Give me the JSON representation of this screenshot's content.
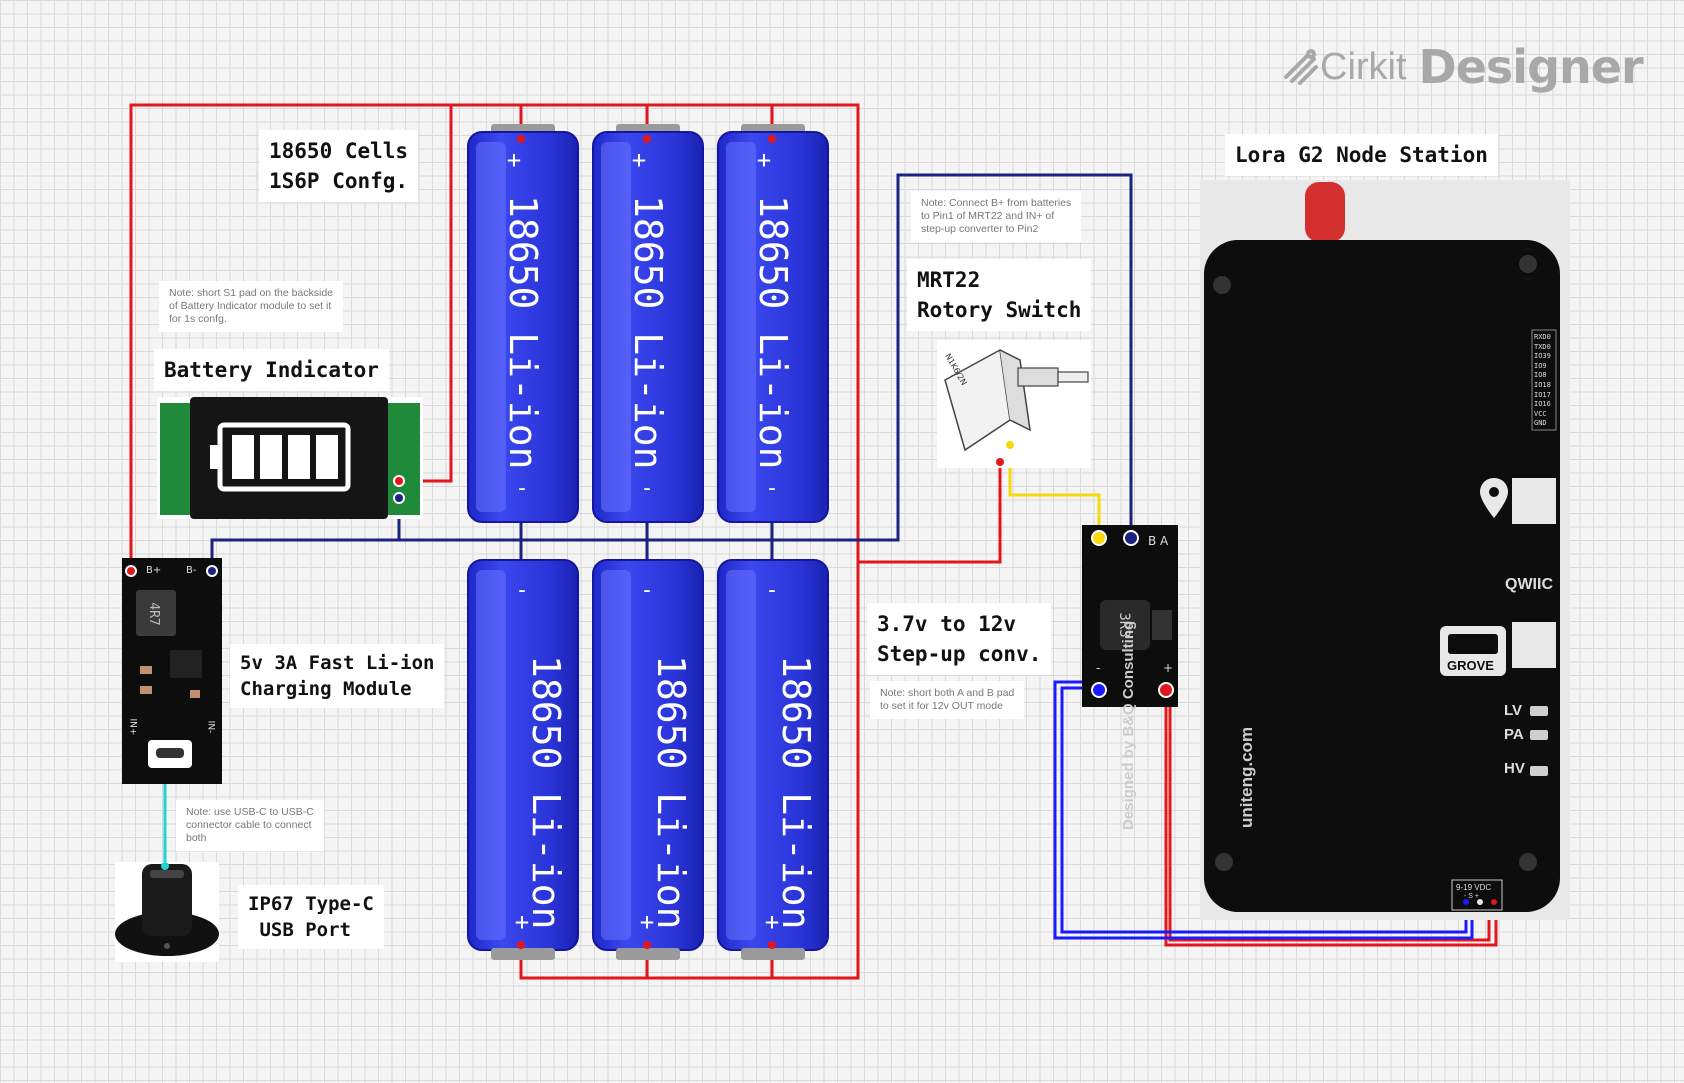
{
  "brand": {
    "name": "Cirkit",
    "suffix": "Designer",
    "icon": "cirkit-logo-icon"
  },
  "labels": {
    "cells": "18650 Cells\n1S6P Confg.",
    "indicator": "Battery Indicator",
    "charger": "5v 3A Fast Li-ion\nCharging Module",
    "usb": "IP67 Type-C\n USB Port",
    "rotary": "MRT22\nRotory Switch",
    "stepup": "3.7v to 12v\nStep-up conv.",
    "lora": "Lora G2 Node Station"
  },
  "notes": {
    "indicator": "Note: short S1 pad on the backside\nof Battery Indicator module to set it\nfor 1s confg.",
    "usb": "Note: use USB-C to USB-C\nconnector cable to connect\nboth",
    "rotary": "Note: Connect B+ from batteries\nto Pin1 of MRT22 and IN+ of\nstep-up converter to Pin2",
    "stepup": "Note: short both A and B pad\nto set it for 12v OUT mode"
  },
  "battery": {
    "text": "18650 Li-ion",
    "plus": "+",
    "minus": "-"
  },
  "charger_board": {
    "bplus": "B+",
    "bminus": "B-",
    "inplus": "IN+",
    "inminus": "IN-",
    "inductor": "4R7"
  },
  "stepup_board": {
    "a": "A",
    "b": "B",
    "inductor": "3R3",
    "minus": "-",
    "plus": "+"
  },
  "rotary_part": "N1K6/2N",
  "lora_board": {
    "pins": [
      "RXD0",
      "TXD0",
      "IO39",
      "IO9",
      "IO8",
      "IO18",
      "IO17",
      "IO16",
      "VCC",
      "GND"
    ],
    "qwiic": "QWIIC",
    "grove": "GROVE",
    "leds": [
      "LV",
      "PA",
      "HV"
    ],
    "designer": "Designed by B&Q Consulting",
    "site": "uniteng.com",
    "power": "9-19 VDC",
    "power_pins": "- S +"
  },
  "colors": {
    "wire_red": "#e3161b",
    "wire_blue": "#1a237e",
    "wire_bright_blue": "#1a1aff",
    "wire_yellow": "#f5d90a",
    "wire_cyan": "#22d3d3",
    "cell_blue": "#2a36d8",
    "board_black": "#0d0d0d"
  }
}
